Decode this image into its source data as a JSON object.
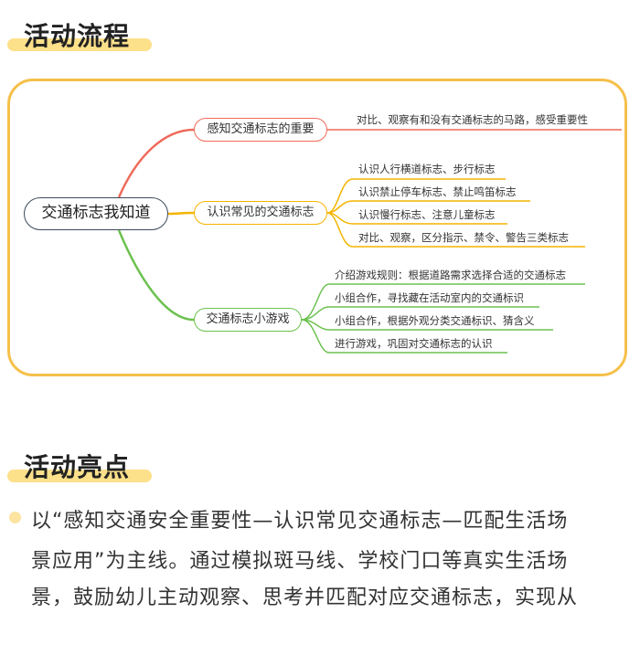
{
  "sections": {
    "process_title": "活动流程",
    "highlights_title": "活动亮点"
  },
  "mindmap": {
    "root": "交通标志我知道",
    "branches": [
      {
        "label": "感知交通标志的重要",
        "color": "#ef6a5a",
        "leaves": [
          "对比、观察有和没有交通标志的马路，感受重要性"
        ]
      },
      {
        "label": "认识常见的交通标志",
        "color": "#f4b400",
        "leaves": [
          "认识人行横道标志、步行标志",
          "认识禁止停车标志、禁止鸣笛标志",
          "认识慢行标志、注意儿童标志",
          "对比、观察，区分指示、禁令、警告三类标志"
        ]
      },
      {
        "label": "交通标志小游戏",
        "color": "#6cc14f",
        "leaves": [
          "介绍游戏规则：根据道路需求选择合适的交通标志",
          "小组合作，寻找藏在活动室内的交通标识",
          "小组合作，根据外观分类交通标识、猜含义",
          "进行游戏，巩固对交通标志的认识"
        ]
      }
    ]
  },
  "highlights": {
    "lines": [
      "以“感知交通安全重要性—认识常见交通标志—匹配生活场",
      "景应用”为主线。通过模拟斑马线、学校门口等真实生活场",
      "景，鼓励幼儿主动观察、思考并匹配对应交通标志，实现从"
    ]
  }
}
